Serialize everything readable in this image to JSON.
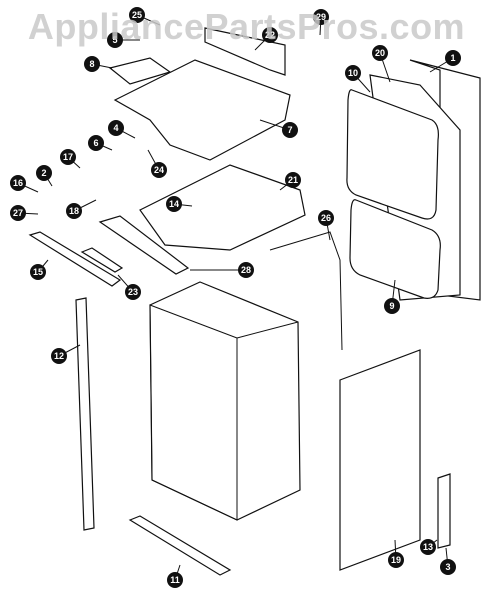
{
  "watermark": "AppliancePartsPros.com",
  "callouts": [
    {
      "id": "c1",
      "label": "1"
    },
    {
      "id": "c2",
      "label": "2"
    },
    {
      "id": "c3",
      "label": "3"
    },
    {
      "id": "c4",
      "label": "4"
    },
    {
      "id": "c5",
      "label": "5"
    },
    {
      "id": "c6",
      "label": "6"
    },
    {
      "id": "c7",
      "label": "7"
    },
    {
      "id": "c8",
      "label": "8"
    },
    {
      "id": "c9",
      "label": "9"
    },
    {
      "id": "c10",
      "label": "10"
    },
    {
      "id": "c11",
      "label": "11"
    },
    {
      "id": "c12",
      "label": "12"
    },
    {
      "id": "c13",
      "label": "13"
    },
    {
      "id": "c14",
      "label": "14"
    },
    {
      "id": "c15",
      "label": "15"
    },
    {
      "id": "c16",
      "label": "16"
    },
    {
      "id": "c17",
      "label": "17"
    },
    {
      "id": "c18",
      "label": "18"
    },
    {
      "id": "c19",
      "label": "19"
    },
    {
      "id": "c20",
      "label": "20"
    },
    {
      "id": "c21",
      "label": "21"
    },
    {
      "id": "c22",
      "label": "22"
    },
    {
      "id": "c23",
      "label": "23"
    },
    {
      "id": "c24",
      "label": "24"
    },
    {
      "id": "c25",
      "label": "25"
    },
    {
      "id": "c26",
      "label": "26"
    },
    {
      "id": "c27",
      "label": "27"
    },
    {
      "id": "c28",
      "label": "28"
    },
    {
      "id": "c29",
      "label": "29"
    }
  ]
}
